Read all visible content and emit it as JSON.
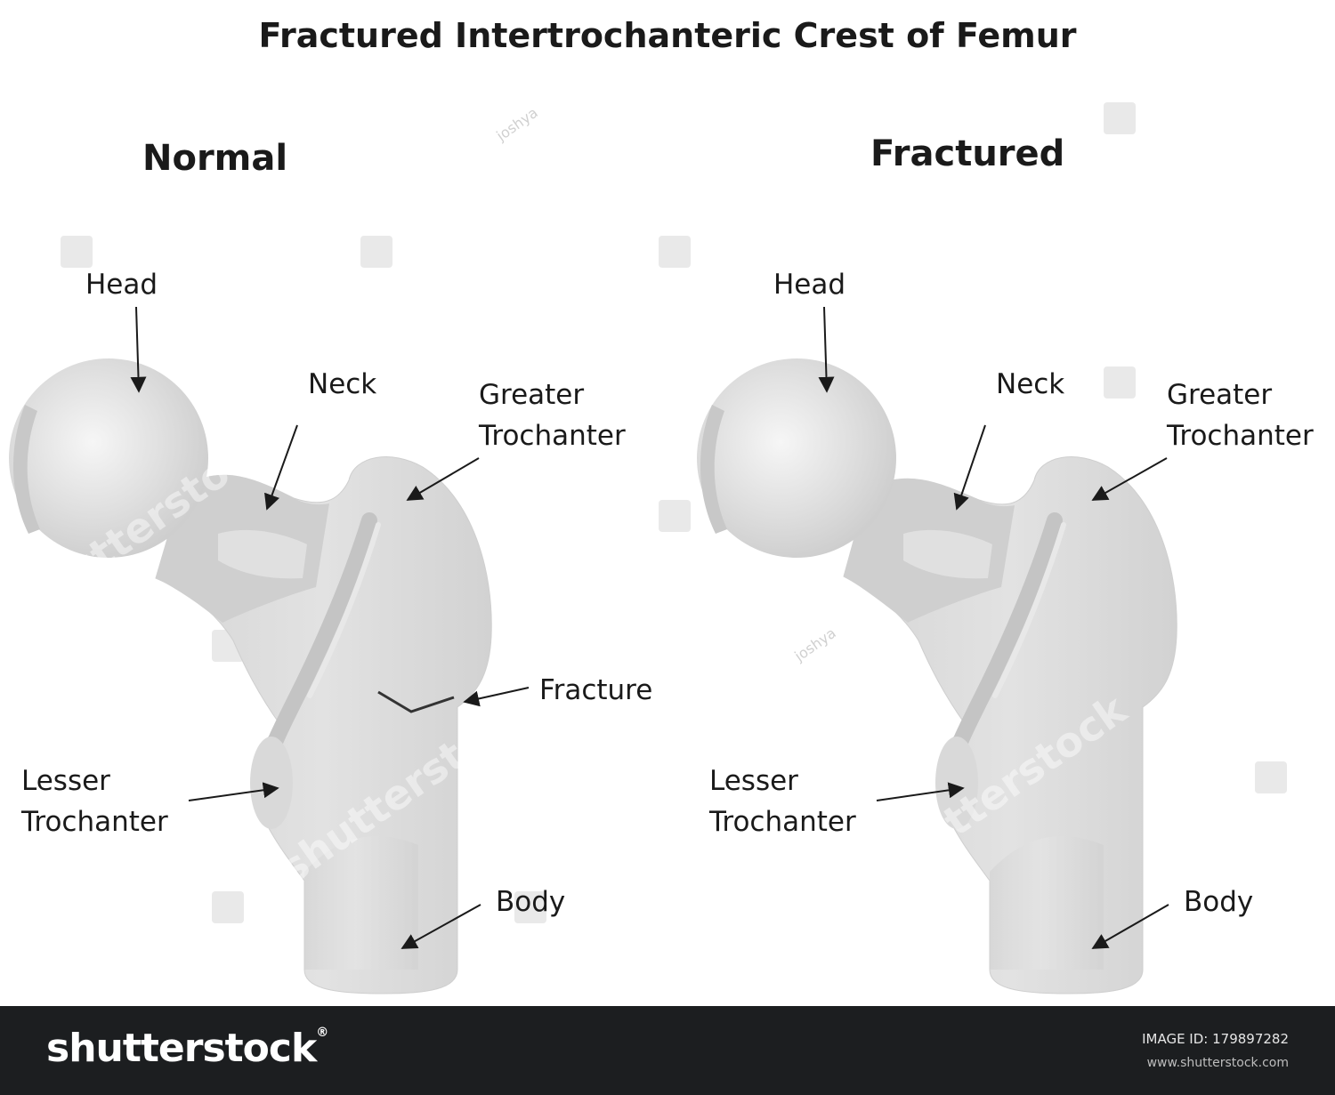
{
  "title": "Fractured Intertrochanteric Crest of Femur",
  "panels": {
    "normal": {
      "heading": "Normal",
      "labels": {
        "head": "Head",
        "neck": "Neck",
        "greater_1": "Greater",
        "greater_2": "Trochanter",
        "fracture": "Fracture",
        "lesser_1": "Lesser",
        "lesser_2": "Trochanter",
        "body": "Body"
      }
    },
    "fractured": {
      "heading": "Fractured",
      "labels": {
        "head": "Head",
        "neck": "Neck",
        "greater_1": "Greater",
        "greater_2": "Trochanter",
        "lesser_1": "Lesser",
        "lesser_2": "Trochanter",
        "body": "Body"
      }
    }
  },
  "watermark": {
    "brand": "shutterstock",
    "author": "joshya"
  },
  "footer": {
    "logo": "shutterstock",
    "logo_mark": "®",
    "image_id_label": "IMAGE ID: 179897282",
    "url": "www.shutterstock.com"
  },
  "colors": {
    "bone_light": "#e6e6e6",
    "bone_mid": "#d3d3d3",
    "bone_shadow": "#c2c2c2",
    "fracture_line": "#333333",
    "footer_bg": "#1c1e20"
  }
}
